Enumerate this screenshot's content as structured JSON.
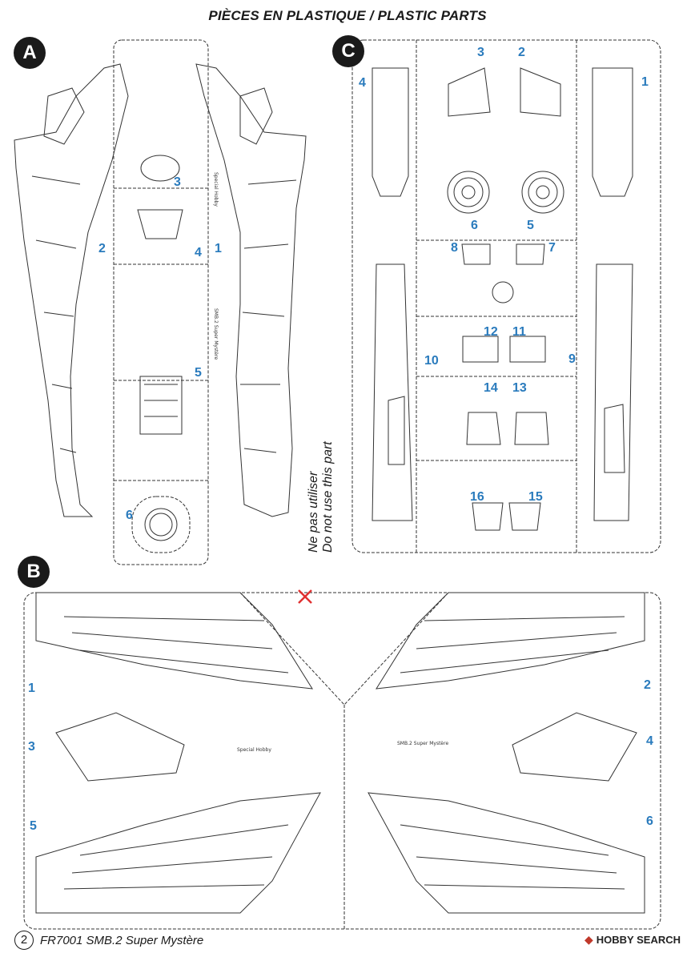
{
  "title": "PIÈCES EN PLASTIQUE / PLASTIC PARTS",
  "sprues": {
    "a": {
      "letter": "A",
      "parts": [
        "3",
        "2",
        "4",
        "1",
        "5",
        "6"
      ]
    },
    "b": {
      "letter": "B",
      "parts": [
        "1",
        "2",
        "3",
        "4",
        "5",
        "6"
      ]
    },
    "c": {
      "letter": "C",
      "parts": [
        "3",
        "2",
        "4",
        "1",
        "6",
        "5",
        "8",
        "7",
        "12",
        "11",
        "10",
        "9",
        "14",
        "13",
        "16",
        "15"
      ]
    }
  },
  "note": {
    "fr": "Ne pas utiliser",
    "en": "Do not use this part"
  },
  "sprue_texts": {
    "a_tag": "Special Hobby",
    "a_side": "SMB.2 Super Mystère",
    "b_tag": "Special Hobby",
    "b_side": "SMB.2 Super Mystère"
  },
  "footer": {
    "page_number": "2",
    "text": "FR7001 SMB.2 Super Mystère"
  },
  "watermark": "HOBBY SEARCH",
  "colors": {
    "label_blue": "#2a7bbd",
    "cross_red": "#e03131",
    "ink": "#1a1a1a"
  }
}
